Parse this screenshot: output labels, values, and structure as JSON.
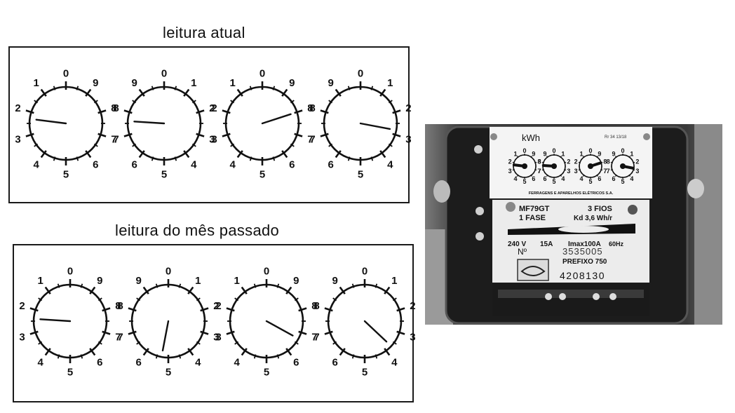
{
  "titles": {
    "current": "leitura atual",
    "previous": "leitura do mês passado"
  },
  "dial_panels": [
    {
      "id": "current",
      "dials": [
        {
          "labels": [
            "0",
            "9",
            "8",
            "7",
            "6",
            "5",
            "4",
            "3",
            "2",
            "1"
          ],
          "pointer_digit": 2.3
        },
        {
          "labels": [
            "0",
            "1",
            "2",
            "3",
            "4",
            "5",
            "6",
            "7",
            "8",
            "9"
          ],
          "pointer_digit": 7.6
        },
        {
          "labels": [
            "0",
            "9",
            "8",
            "7",
            "6",
            "5",
            "4",
            "3",
            "2",
            "1"
          ],
          "pointer_digit": 8.0
        },
        {
          "labels": [
            "0",
            "1",
            "2",
            "3",
            "4",
            "5",
            "6",
            "7",
            "8",
            "9"
          ],
          "pointer_digit": 2.8
        }
      ]
    },
    {
      "id": "previous",
      "dials": [
        {
          "labels": [
            "0",
            "9",
            "8",
            "7",
            "6",
            "5",
            "4",
            "3",
            "2",
            "1"
          ],
          "pointer_digit": 2.4
        },
        {
          "labels": [
            "0",
            "1",
            "2",
            "3",
            "4",
            "5",
            "6",
            "7",
            "8",
            "9"
          ],
          "pointer_digit": 5.3
        },
        {
          "labels": [
            "0",
            "9",
            "8",
            "7",
            "6",
            "5",
            "4",
            "3",
            "2",
            "1"
          ],
          "pointer_digit": 6.7
        },
        {
          "labels": [
            "0",
            "1",
            "2",
            "3",
            "4",
            "5",
            "6",
            "7",
            "8",
            "9"
          ],
          "pointer_digit": 3.7
        }
      ]
    }
  ],
  "meter_photo": {
    "unit": "kWh",
    "small_print": "Rr 34 13/18",
    "maker": "FERRAGENS E APARELHOS ELÉTRICOS S.A.",
    "model": "MF79GT",
    "wires": "3 FIOS",
    "phase": "1 FASE",
    "kd": "Kd 3,6 Wh/r",
    "voltage": "240 V",
    "current": "15A",
    "imax": "Imax100A",
    "freq": "60Hz",
    "number_label": "Nº",
    "number": "3535005",
    "prefix": "PREFIXO 750",
    "code": "4208130",
    "dials": [
      {
        "labels": [
          "0",
          "9",
          "8",
          "7",
          "6",
          "5",
          "4",
          "3",
          "2",
          "1"
        ],
        "pointer_digit": 2.3
      },
      {
        "labels": [
          "0",
          "1",
          "2",
          "3",
          "4",
          "5",
          "6",
          "7",
          "8",
          "9"
        ],
        "pointer_digit": 7.6
      },
      {
        "labels": [
          "0",
          "9",
          "8",
          "7",
          "6",
          "5",
          "4",
          "3",
          "2",
          "1"
        ],
        "pointer_digit": 8.0
      },
      {
        "labels": [
          "0",
          "1",
          "2",
          "3",
          "4",
          "5",
          "6",
          "7",
          "8",
          "9"
        ],
        "pointer_digit": 2.8
      }
    ]
  }
}
